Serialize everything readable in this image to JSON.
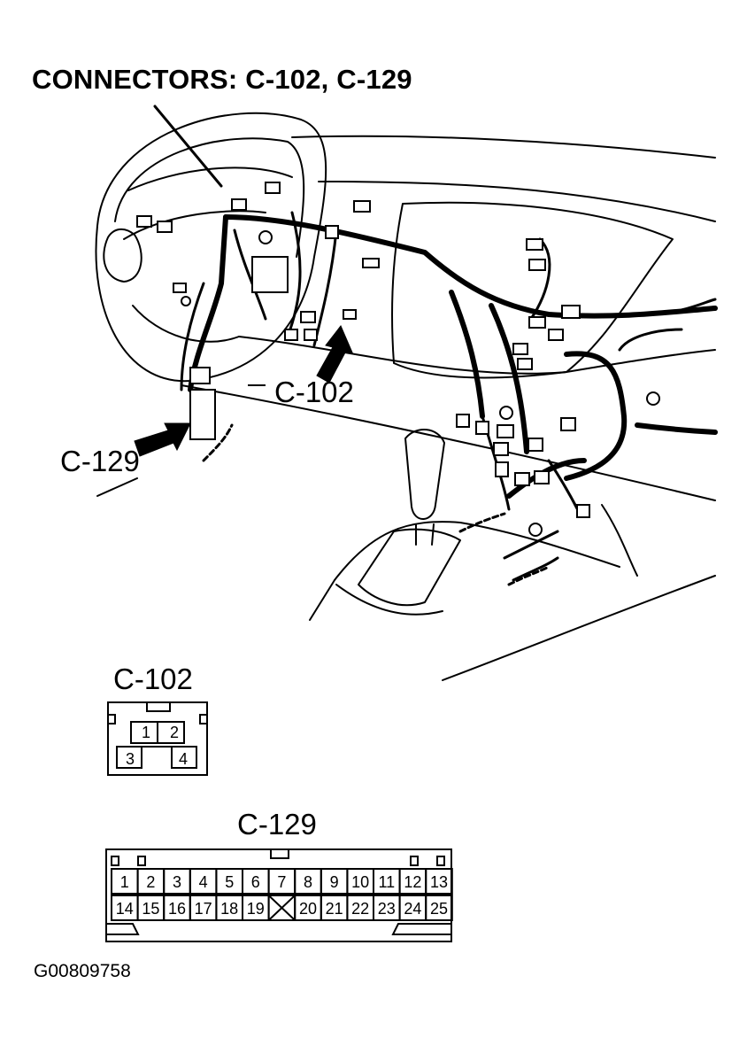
{
  "title": "CONNECTORS: C-102, C-129",
  "callouts": {
    "c102": "C-102",
    "c129": "C-129"
  },
  "connectors": {
    "c102": {
      "label": "C-102",
      "top_row": [
        "1",
        "2"
      ],
      "bottom_row": [
        "3",
        "4"
      ]
    },
    "c129": {
      "label": "C-129",
      "top_row": [
        "1",
        "2",
        "3",
        "4",
        "5",
        "6",
        "7",
        "8",
        "9",
        "10",
        "11",
        "12",
        "13"
      ],
      "bottom_row": [
        "14",
        "15",
        "16",
        "17",
        "18",
        "19",
        "",
        "20",
        "21",
        "22",
        "23",
        "24",
        "25"
      ]
    }
  },
  "figure_id": "G00809758"
}
